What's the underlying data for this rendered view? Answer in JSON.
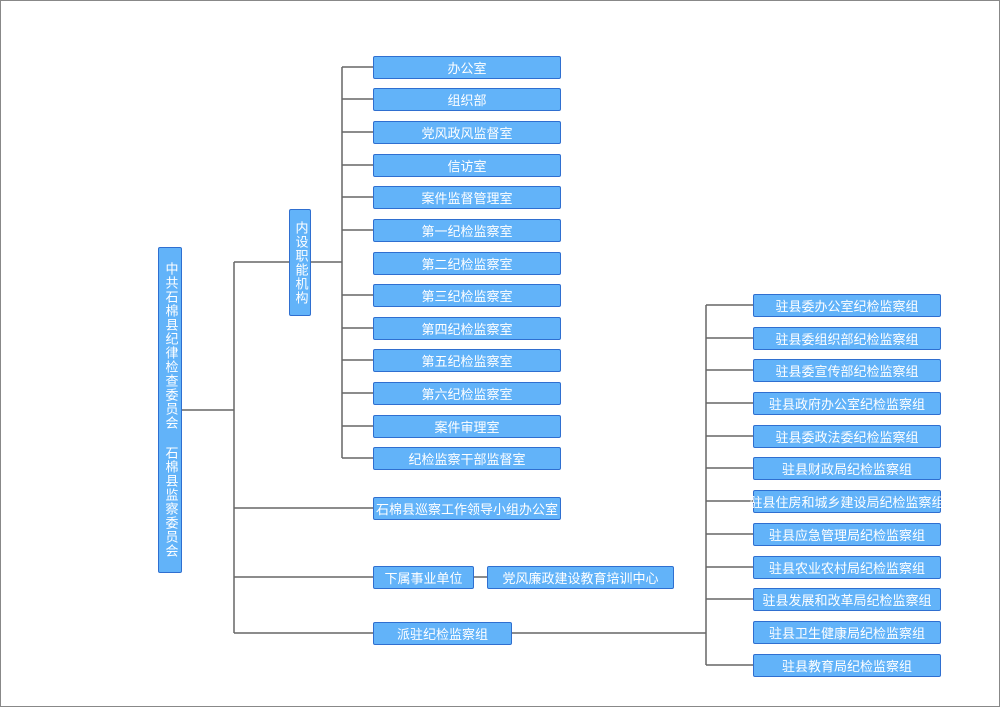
{
  "root": {
    "title": "中共石棉县纪律检查委员会  石棉县监察委员会"
  },
  "internal": {
    "label": "内设职能机构",
    "items": [
      "办公室",
      "组织部",
      "党风政风监督室",
      "信访室",
      "案件监督管理室",
      "第一纪检监察室",
      "第二纪检监察室",
      "第三纪检监察室",
      "第四纪检监察室",
      "第五纪检监察室",
      "第六纪检监察室",
      "案件审理室",
      "纪检监察干部监督室"
    ]
  },
  "patrol": {
    "label": "石棉县巡察工作领导小组办公室"
  },
  "subsidiary": {
    "label": "下属事业单位",
    "child": "党风廉政建设教育培训中心"
  },
  "stationed": {
    "label": "派驻纪检监察组",
    "items": [
      "驻县委办公室纪检监察组",
      "驻县委组织部纪检监察组",
      "驻县委宣传部纪检监察组",
      "驻县政府办公室纪检监察组",
      "驻县委政法委纪检监察组",
      "驻县财政局纪检监察组",
      "驻县住房和城乡建设局纪检监察组",
      "驻县应急管理局纪检监察组",
      "驻县农业农村局纪检监察组",
      "驻县发展和改革局纪检监察组",
      "驻县卫生健康局纪检监察组",
      "驻县教育局纪检监察组"
    ]
  },
  "colors": {
    "box_fill": "#62b3f9",
    "box_border": "#2f6fd0",
    "line": "#666666",
    "text": "#ffffff"
  }
}
